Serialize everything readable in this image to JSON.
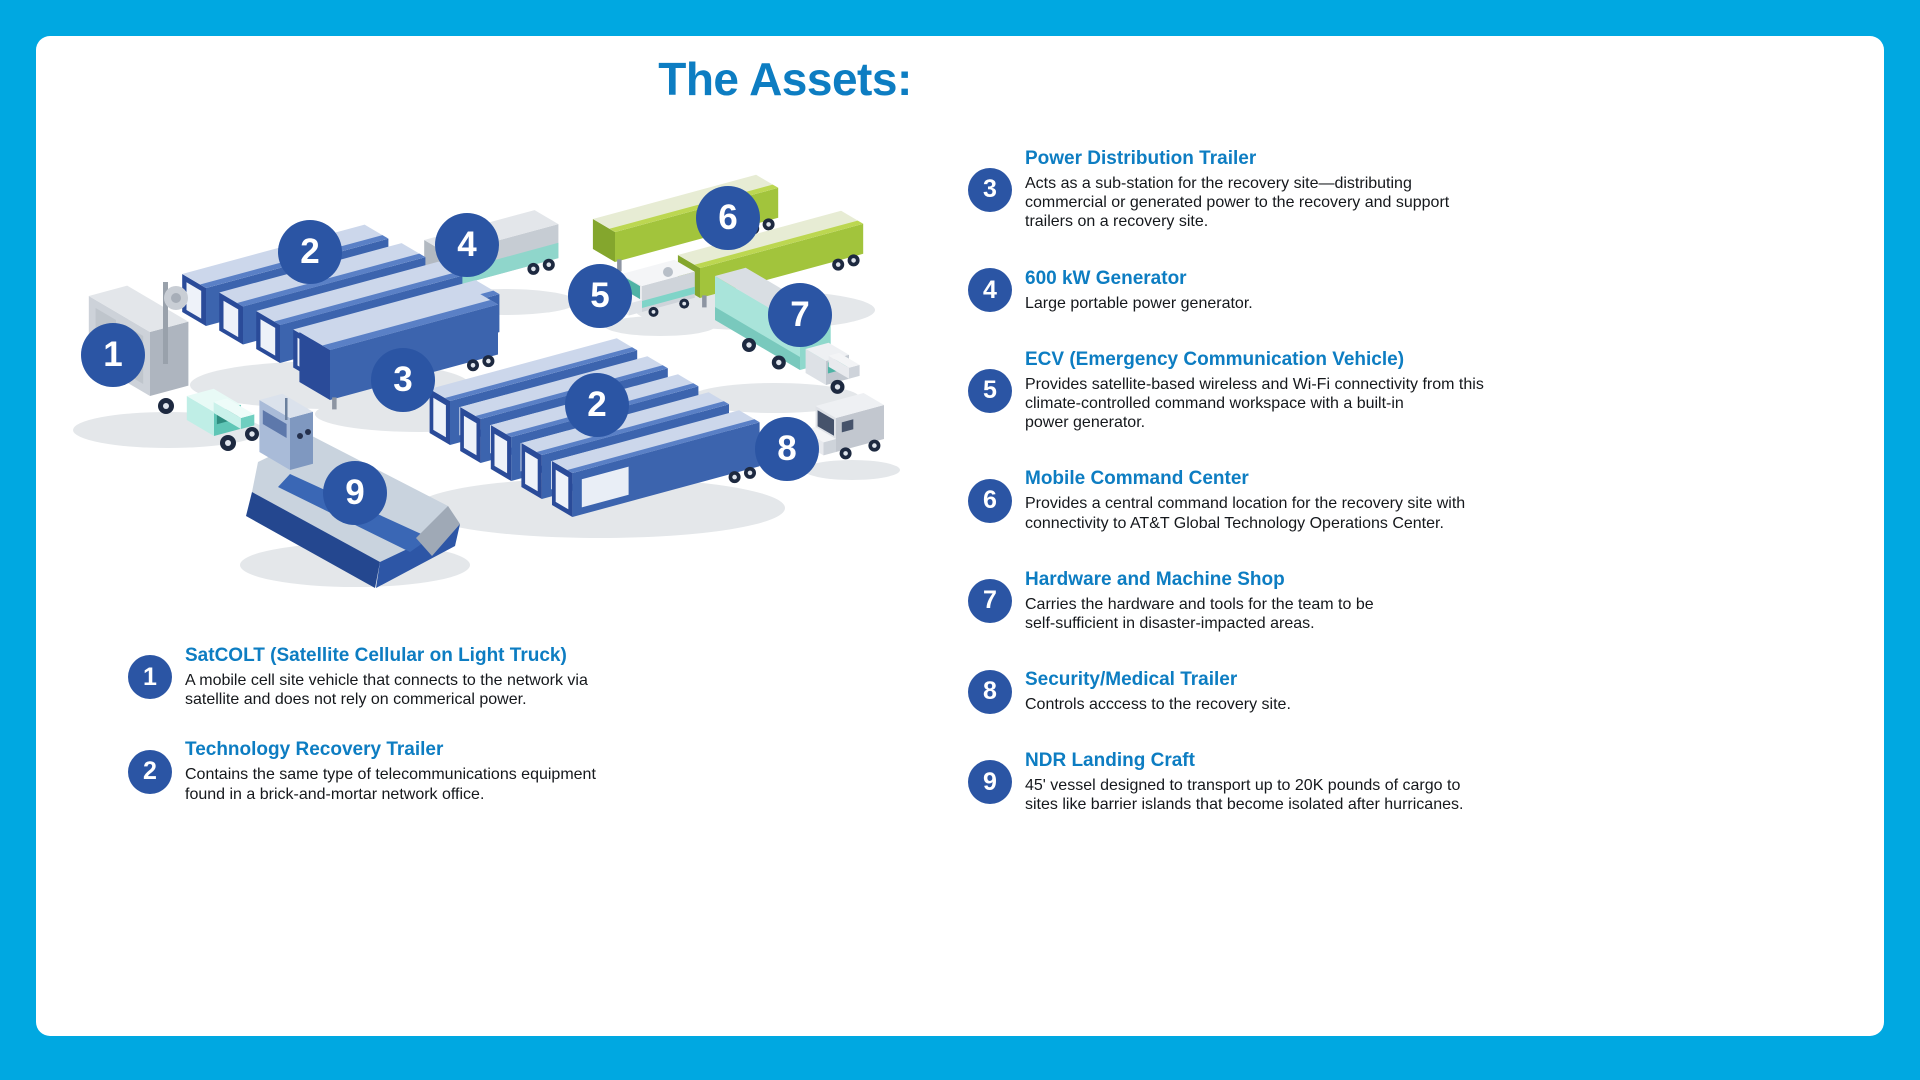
{
  "title": "The Assets:",
  "colors": {
    "frame": "#00a8e1",
    "accent": "#0d7dc2",
    "badge": "#2b55a4",
    "body_text": "#15181c"
  },
  "diagram": {
    "badges": [
      {
        "label": "1",
        "asset": "satcolt-truck"
      },
      {
        "label": "2",
        "asset": "technology-recovery-trailers-back"
      },
      {
        "label": "3",
        "asset": "power-distribution-trailer"
      },
      {
        "label": "4",
        "asset": "600kw-generator"
      },
      {
        "label": "5",
        "asset": "ecv-van"
      },
      {
        "label": "6",
        "asset": "mobile-command-center"
      },
      {
        "label": "7",
        "asset": "hardware-machine-shop-truck"
      },
      {
        "label": "2",
        "asset": "technology-recovery-trailers-front"
      },
      {
        "label": "8",
        "asset": "security-medical-truck"
      },
      {
        "label": "9",
        "asset": "ndr-landing-craft"
      }
    ]
  },
  "legend_left": [
    {
      "num": "1",
      "title": "SatCOLT (Satellite Cellular on Light Truck)",
      "desc": "A mobile cell site vehicle that connects to the network via\nsatellite and does not rely on commerical power."
    },
    {
      "num": "2",
      "title": "Technology Recovery Trailer",
      "desc": "Contains the same type of telecommunications equipment\nfound in a brick-and-mortar network office."
    }
  ],
  "legend_right": [
    {
      "num": "3",
      "title": "Power Distribution Trailer",
      "desc": "Acts as a sub-station for the recovery site—distributing\ncommercial or generated power to the recovery and support\ntrailers on a recovery site."
    },
    {
      "num": "4",
      "title": "600 kW Generator",
      "desc": "Large portable power generator."
    },
    {
      "num": "5",
      "title": "ECV (Emergency Communication Vehicle)",
      "desc": "Provides satellite-based wireless and Wi-Fi connectivity from this\nclimate-controlled command workspace with a built-in\npower generator."
    },
    {
      "num": "6",
      "title": "Mobile Command Center",
      "desc": "Provides a central command location for the recovery site with\nconnectivity to AT&T Global Technology Operations Center."
    },
    {
      "num": "7",
      "title": "Hardware and Machine Shop",
      "desc": "Carries the hardware and tools for the team to be\nself-sufficient in disaster-impacted areas."
    },
    {
      "num": "8",
      "title": "Security/Medical Trailer",
      "desc": "Controls acccess to the recovery site."
    },
    {
      "num": "9",
      "title": "NDR Landing Craft",
      "desc": "45' vessel designed to transport up to 20K pounds of cargo to\nsites like barrier islands that become isolated after hurricanes."
    }
  ]
}
